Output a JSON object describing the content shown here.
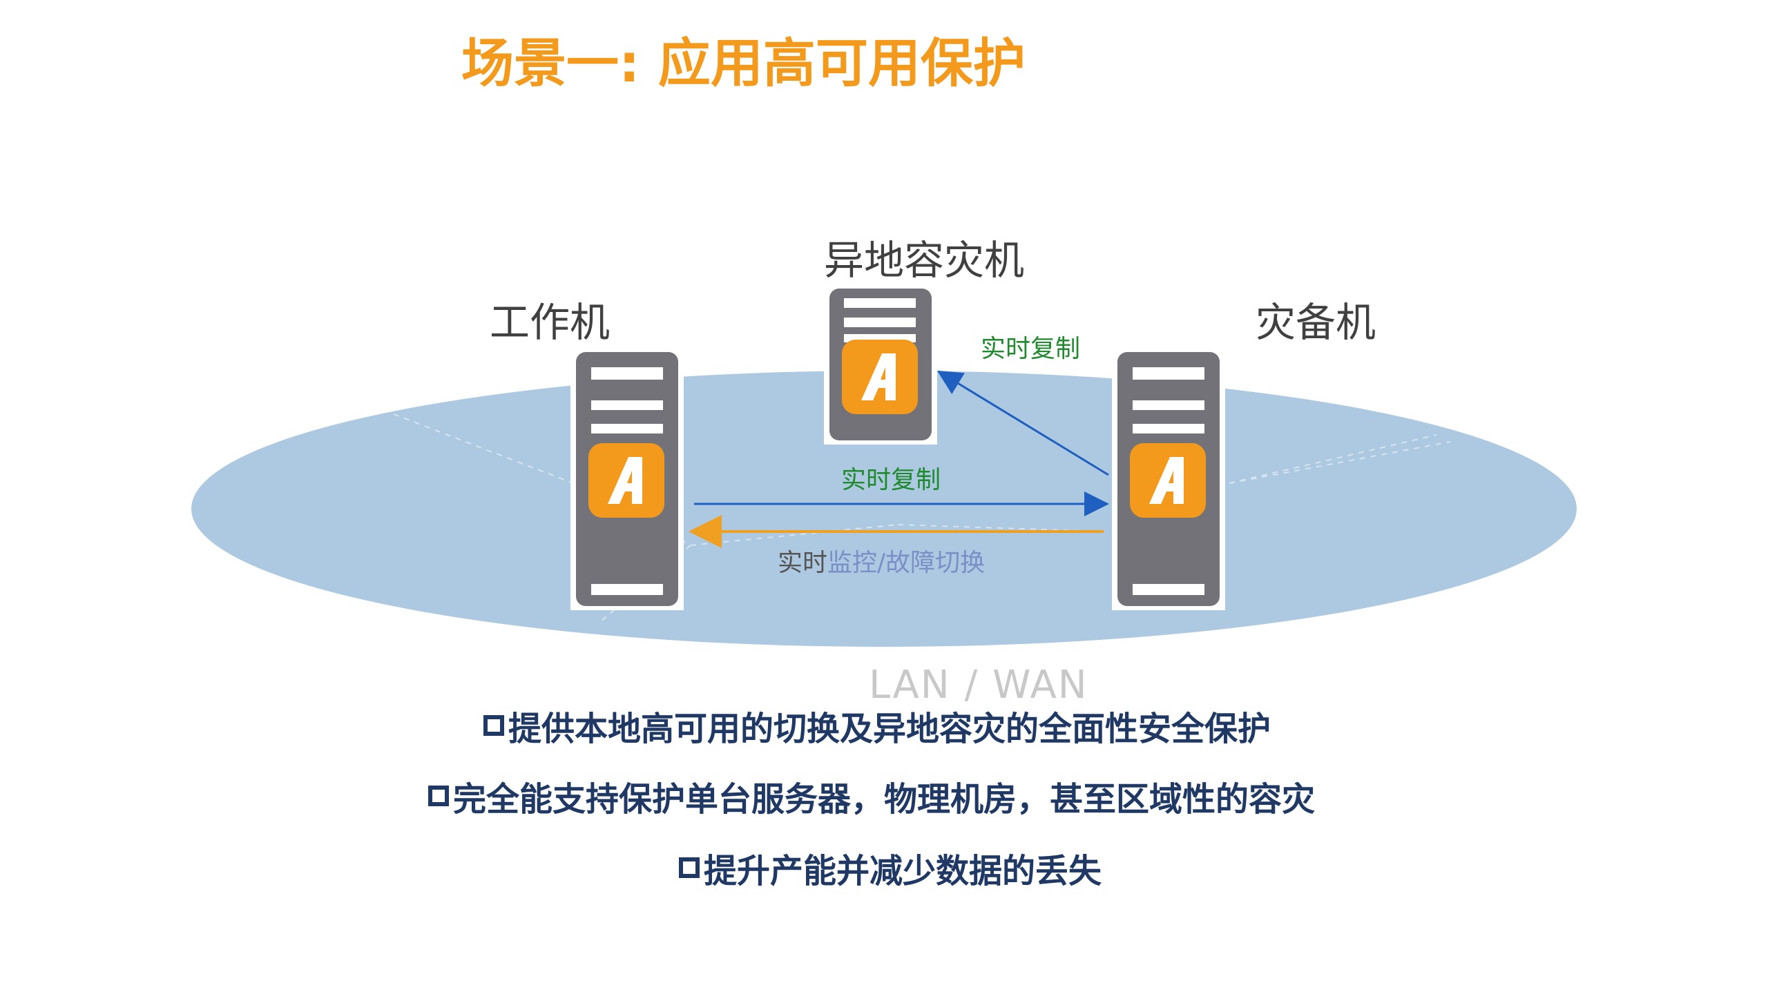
{
  "title": "场景一: 应用高可用保护",
  "nodes": {
    "remote": "异地容灾机",
    "work": "工作机",
    "backup": "灾备机"
  },
  "flows": {
    "replicate_remote": "实时复制",
    "replicate_backup": "实时复制",
    "monitor_prefix": "实时",
    "monitor_suffix": "监控/故障切换"
  },
  "network": "LAN / WAN",
  "bullets": [
    "提供本地高可用的切换及异地容灾的全面性安全保护",
    "完全能支持保护单台服务器，物理机房，甚至区域性的容灾",
    "提升产能并减少数据的丢失"
  ],
  "colors": {
    "title": "#f39a1c",
    "network": "#adc9e1",
    "server": "#737278",
    "logo": "#f39a1c",
    "replicate_text": "#1f8a2e",
    "arrow_blue": "#1f5fbf",
    "arrow_orange": "#f0a020",
    "monitor_accent": "#7b8fc7",
    "bullet_text": "#1f3864"
  },
  "icons": {
    "server": "server-icon",
    "logo": "app-logo-icon"
  }
}
